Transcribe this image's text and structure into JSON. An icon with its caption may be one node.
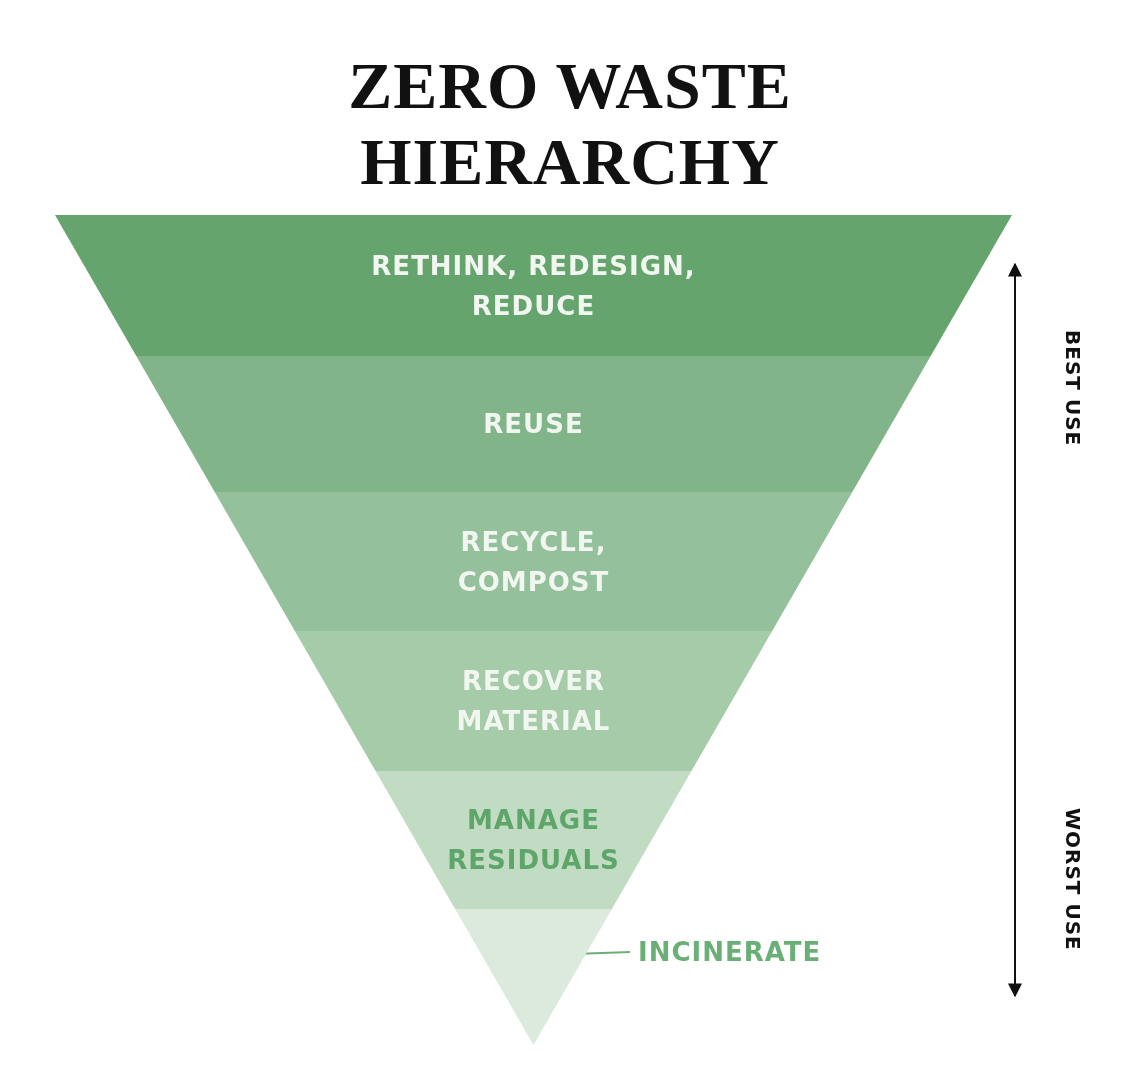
{
  "diagram": {
    "title": "ZERO WASTE HIERARCHY",
    "nodes": [
      {
        "text": [
          "RETHINK, REDESIGN, REDUCE"
        ]
      },
      {
        "text": [
          "REUSE"
        ]
      },
      {
        "text": [
          "RECYCLE, COMPOST"
        ]
      },
      {
        "text": [
          "RECOVER MATERIAL"
        ]
      },
      {
        "text": [
          "MANAGE RESIDUALS"
        ]
      },
      {
        "text": [],
        "shape": "triangle"
      },
      {
        "text": [
          "INCINERATE"
        ]
      }
    ],
    "edges": [
      {
        "from": 6,
        "to": 5,
        "arrow": "none"
      }
    ],
    "labels": [
      "BEST USE",
      "WORST USE"
    ]
  }
}
